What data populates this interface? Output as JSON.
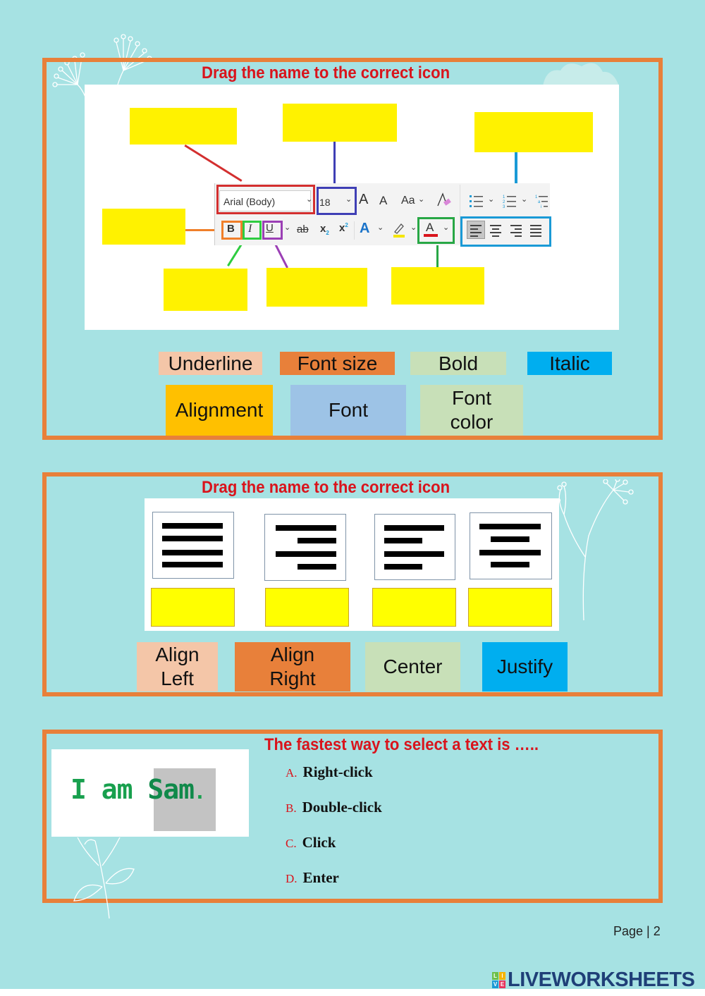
{
  "section1": {
    "title": "Drag the name to the correct icon",
    "ribbon": {
      "font_name": "Arial (Body)",
      "font_size": "18",
      "grow_font": "A",
      "shrink_font": "A",
      "change_case": "Aa",
      "bold": "B",
      "italic": "I",
      "underline": "U",
      "strikethrough": "ab",
      "subscript": "x",
      "superscript": "x",
      "text_effects": "A",
      "font_color": "A"
    },
    "drop_boxes": [
      "",
      "",
      "",
      "",
      "",
      "",
      ""
    ],
    "word_chips": [
      {
        "label": "Underline",
        "color": "#f4c6a8"
      },
      {
        "label": "Font size",
        "color": "#e8803a"
      },
      {
        "label": "Bold",
        "color": "#c8e0b8"
      },
      {
        "label": "Italic",
        "color": "#00aeef"
      },
      {
        "label": "Alignment",
        "color": "#ffc000"
      },
      {
        "label": "Font",
        "color": "#9dc3e6"
      },
      {
        "label": "Font color",
        "color": "#c8e0b8"
      }
    ],
    "connector_colors": {
      "font": "#d32f2f",
      "font_size": "#3f3fb5",
      "alignment": "#1a9ad6",
      "bold": "#f07f2a",
      "italic": "#2ecc40",
      "underline": "#9b3fb5",
      "font_color": "#28a745"
    }
  },
  "section2": {
    "title": "Drag the name to the correct icon",
    "icons": [
      "justify-icon",
      "align-right-icon",
      "align-left-icon",
      "center-icon"
    ],
    "drop_boxes": [
      "",
      "",
      "",
      ""
    ],
    "word_chips": [
      {
        "label": "Align Left",
        "color": "#f4c6a8"
      },
      {
        "label": "Align Right",
        "color": "#e8803a"
      },
      {
        "label": "Center",
        "color": "#c8e0b8"
      },
      {
        "label": "Justify",
        "color": "#00aeef"
      }
    ]
  },
  "section3": {
    "question": "The fastest way to select a text is …..",
    "sample_text": {
      "before": "I am ",
      "selected": "Sam",
      "after": "."
    },
    "options": [
      {
        "letter": "A.",
        "label": "Right-click"
      },
      {
        "letter": "B.",
        "label": "Double-click"
      },
      {
        "letter": "C.",
        "label": "Click"
      },
      {
        "letter": "D.",
        "label": "Enter"
      }
    ]
  },
  "footer": {
    "page_label": "Page | 2",
    "brand": "LIVEWORKSHEETS",
    "logo_letters": [
      "L",
      "I",
      "V",
      "E"
    ]
  },
  "colors": {
    "background": "#a6e2e3",
    "frame": "#e8803a",
    "title": "#d9141c",
    "drop_yellow": "#fff200"
  }
}
